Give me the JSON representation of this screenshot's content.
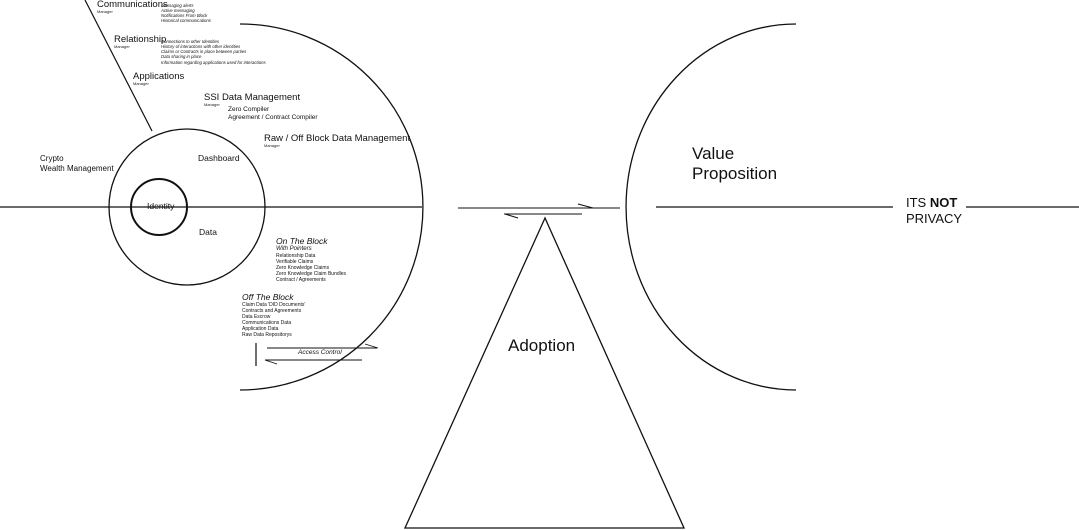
{
  "layers": [
    {
      "title": "Communications",
      "sub": "Manager",
      "items": [
        "Messaging alerts",
        "Active messaging",
        "Notifications From Block",
        "Historical communications"
      ]
    },
    {
      "title": "Relationship",
      "sub": "Manager",
      "items": [
        "Connections to other Identities",
        "History of interactions with other identities",
        "Claims or Contracts in place between parties",
        "Data sharing in place",
        "Information regarding applications used for interactions"
      ]
    },
    {
      "title": "Applications",
      "sub": "Manager"
    },
    {
      "title": "SSI Data Management",
      "sub": "Manager",
      "items": [
        "Zero Compiler",
        "Agreement / Contract Compiler"
      ]
    },
    {
      "title": "Raw / Off Block Data Management",
      "sub": "Manager"
    }
  ],
  "crypto": {
    "line1": "Crypto",
    "line2": "Wealth Management"
  },
  "inner": {
    "dashboard": "Dashboard",
    "identity": "Identity",
    "data": "Data"
  },
  "on_block": {
    "title": "On The Block",
    "subtitle": "With Pointers",
    "items": [
      "Relationship Data",
      "Verifiable Claims",
      "Zero Knowledge Claims",
      "Zero Knowledge Claim Bundles",
      "Contract / Agreements"
    ]
  },
  "off_block": {
    "title": "Off The Block",
    "items": [
      "Claim Data 'DID Documents'",
      "Contracts and Agreements",
      "Data Escrow",
      "Communications Data",
      "Application Data",
      "Raw Data Repositorys"
    ]
  },
  "access_control": "Access Control",
  "adoption": "Adoption",
  "value_proposition": {
    "line1": "Value",
    "line2": "Proposition"
  },
  "its_not": {
    "pre": "ITS ",
    "bold": "NOT",
    "line2": "PRIVACY"
  }
}
